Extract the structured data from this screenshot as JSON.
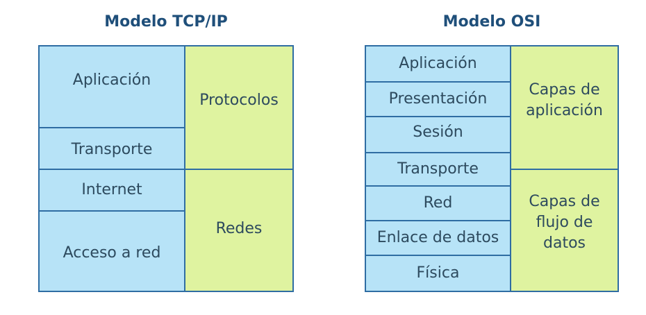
{
  "colors": {
    "layer_fill": "#b7e3f7",
    "group_fill": "#dff3a0",
    "border": "#2f6da3",
    "title": "#1f4f7a",
    "text": "#2d4a5e"
  },
  "tcpip": {
    "title": "Modelo TCP/IP",
    "layers": [
      "Aplicación",
      "Transporte",
      "Internet",
      "Acceso a red"
    ],
    "groups": [
      "Protocolos",
      "Redes"
    ]
  },
  "osi": {
    "title": "Modelo OSI",
    "layers": [
      "Aplicación",
      "Presentación",
      "Sesión",
      "Transporte",
      "Red",
      "Enlace de datos",
      "Física"
    ],
    "groups": [
      "Capas de\naplicación",
      "Capas de\nflujo de\ndatos"
    ]
  }
}
